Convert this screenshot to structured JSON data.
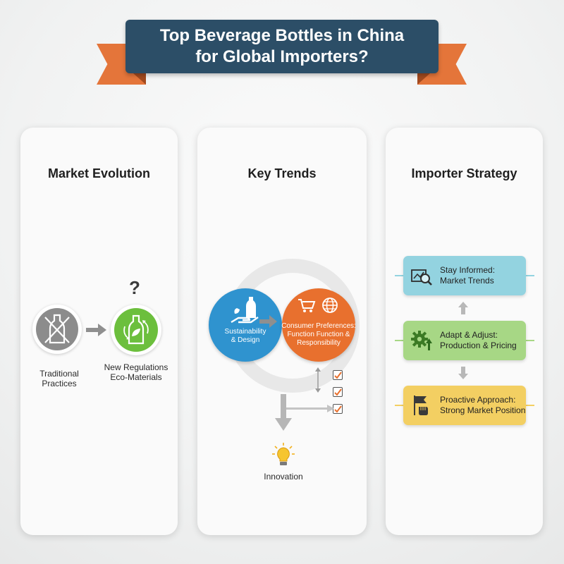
{
  "title": {
    "line1": "Top Beverage Bottles in China",
    "line2": "for Global Importers?"
  },
  "panels": {
    "market_evolution": {
      "heading": "Market Evolution",
      "traditional_label_1": "Traditional",
      "traditional_label_2": "Practices",
      "new_label_1": "New Regulations",
      "new_label_2": "Eco-Materials",
      "question_mark": "?",
      "icons": [
        "crossed-bottle-icon",
        "arrow-right-icon",
        "eco-bottle-icon",
        "question-icon"
      ]
    },
    "key_trends": {
      "heading": "Key Trends",
      "sustainability_1": "Sustainability",
      "sustainability_2": "& Design",
      "consumer_1": "Consumer Preferences:",
      "consumer_2": "Function Function &",
      "consumer_3": "Responsibility",
      "innovation": "Innovation",
      "icons": [
        "bottle-hand-icon",
        "cart-icon",
        "globe-icon",
        "checkbox-icon",
        "lightbulb-icon",
        "arrow-down-icon"
      ]
    },
    "importer_strategy": {
      "heading": "Importer Strategy",
      "steps": [
        {
          "line1": "Stay Informed:",
          "line2": "Market Trends",
          "icon": "chart-magnifier-icon"
        },
        {
          "line1": "Adapt & Adjust:",
          "line2": "Production & Pricing",
          "icon": "gear-arrow-icon"
        },
        {
          "line1": "Proactive Approach:",
          "line2": "Strong Market Position",
          "icon": "flag-fist-icon"
        }
      ]
    }
  },
  "colors": {
    "ribbon": "#2c4e67",
    "ribbon_tails": "#e4753a",
    "traditional": "#8c8c8c",
    "eco": "#6cbf3d",
    "sustainability": "#2f93cf",
    "consumer": "#e8702e",
    "stay_informed": "#93d3e0",
    "adapt": "#a7d785",
    "proactive": "#f3cf62"
  }
}
